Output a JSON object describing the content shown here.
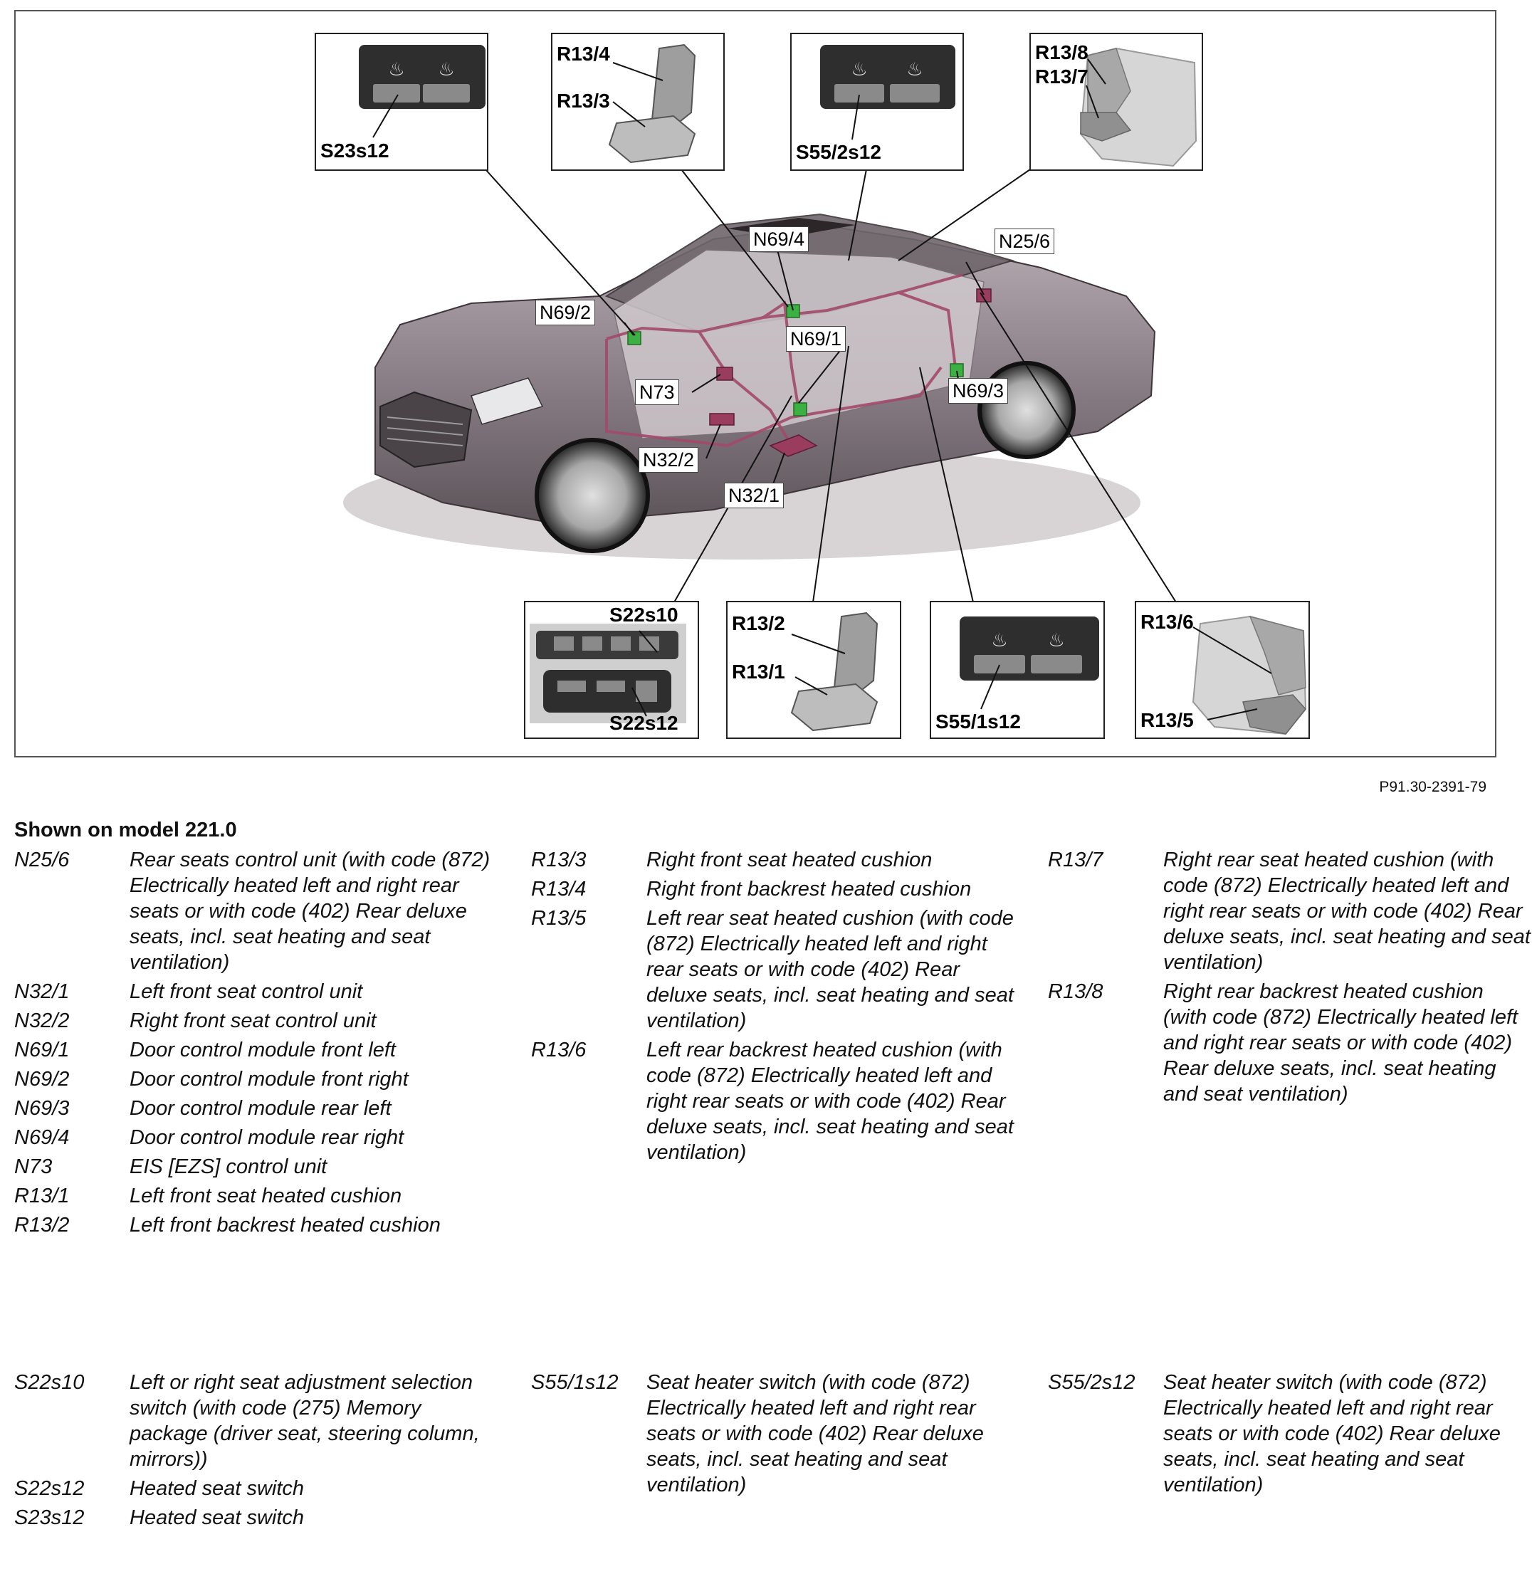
{
  "figure": {
    "insets": {
      "s23s12": {
        "label": "S23s12"
      },
      "r13_4_3": {
        "label_a": "R13/4",
        "label_b": "R13/3"
      },
      "s55_2s12": {
        "label": "S55/2s12"
      },
      "r13_8_7": {
        "label_a": "R13/8",
        "label_b": "R13/7"
      },
      "s22": {
        "label_a": "S22s10",
        "label_b": "S22s12"
      },
      "r13_2_1": {
        "label_a": "R13/2",
        "label_b": "R13/1"
      },
      "s55_1s12": {
        "label": "S55/1s12"
      },
      "r13_6_5": {
        "label_a": "R13/6",
        "label_b": "R13/5"
      }
    },
    "callouts": {
      "n69_4": "N69/4",
      "n25_6": "N25/6",
      "n69_2": "N69/2",
      "n69_1": "N69/1",
      "n73": "N73",
      "n69_3": "N69/3",
      "n32_2": "N32/2",
      "n32_1": "N32/1"
    },
    "colors": {
      "car_body": "#8c8088",
      "wiring": "#a24a6a",
      "module_marker": "#3cb043"
    },
    "reference": "P91.30-2391-79"
  },
  "legend": {
    "heading": "Shown on model 221.0",
    "col1": [
      {
        "code": "N25/6",
        "desc": "Rear seats control unit (with code (872) Electrically heated left and right rear seats or with code (402) Rear deluxe seats, incl. seat heating and seat ventilation)"
      },
      {
        "code": "N32/1",
        "desc": "Left front seat control unit"
      },
      {
        "code": "N32/2",
        "desc": "Right front seat control unit"
      },
      {
        "code": "N69/1",
        "desc": "Door control module front left"
      },
      {
        "code": "N69/2",
        "desc": "Door control module front right"
      },
      {
        "code": "N69/3",
        "desc": "Door control module rear left"
      },
      {
        "code": "N69/4",
        "desc": "Door control module rear right"
      },
      {
        "code": "N73",
        "desc": "EIS [EZS] control unit"
      },
      {
        "code": "R13/1",
        "desc": "Left front seat heated cushion"
      },
      {
        "code": "R13/2",
        "desc": "Left front backrest heated cushion"
      }
    ],
    "col2": [
      {
        "code": "R13/3",
        "desc": "Right front seat heated cushion"
      },
      {
        "code": "R13/4",
        "desc": "Right front backrest heated cushion"
      },
      {
        "code": "R13/5",
        "desc": "Left rear seat heated cushion (with code (872) Electrically heated left and right rear seats or with code (402) Rear deluxe seats, incl. seat heating and seat ventilation)"
      },
      {
        "code": "R13/6",
        "desc": "Left rear backrest heated cushion (with code (872) Electrically heated left and right rear seats or with code (402) Rear deluxe seats, incl. seat heating and seat ventilation)"
      }
    ],
    "col3": [
      {
        "code": "R13/7",
        "desc": "Right rear seat heated cushion (with code (872) Electrically heated left and right rear seats or with code (402) Rear deluxe seats, incl. seat heating and seat ventilation)"
      },
      {
        "code": "R13/8",
        "desc": "Right rear backrest heated cushion (with code (872) Electrically heated left and right rear seats or with code (402) Rear deluxe seats, incl. seat heating and seat ventilation)"
      }
    ],
    "col1b": [
      {
        "code": "S22s10",
        "desc": "Left or right seat adjustment selection switch (with code (275) Memory package (driver seat, steering column, mirrors))"
      },
      {
        "code": "S22s12",
        "desc": "Heated seat switch"
      },
      {
        "code": "S23s12",
        "desc": "Heated seat switch"
      }
    ],
    "col2b": [
      {
        "code": "S55/1s12",
        "desc": "Seat heater switch (with code (872) Electrically heated left and right rear seats or with code (402) Rear deluxe seats, incl. seat heating and seat ventilation)"
      }
    ],
    "col3b": [
      {
        "code": "S55/2s12",
        "desc": "Seat heater switch (with code (872) Electrically heated left and right rear seats or with code (402) Rear deluxe seats, incl. seat heating and seat ventilation)"
      }
    ]
  }
}
